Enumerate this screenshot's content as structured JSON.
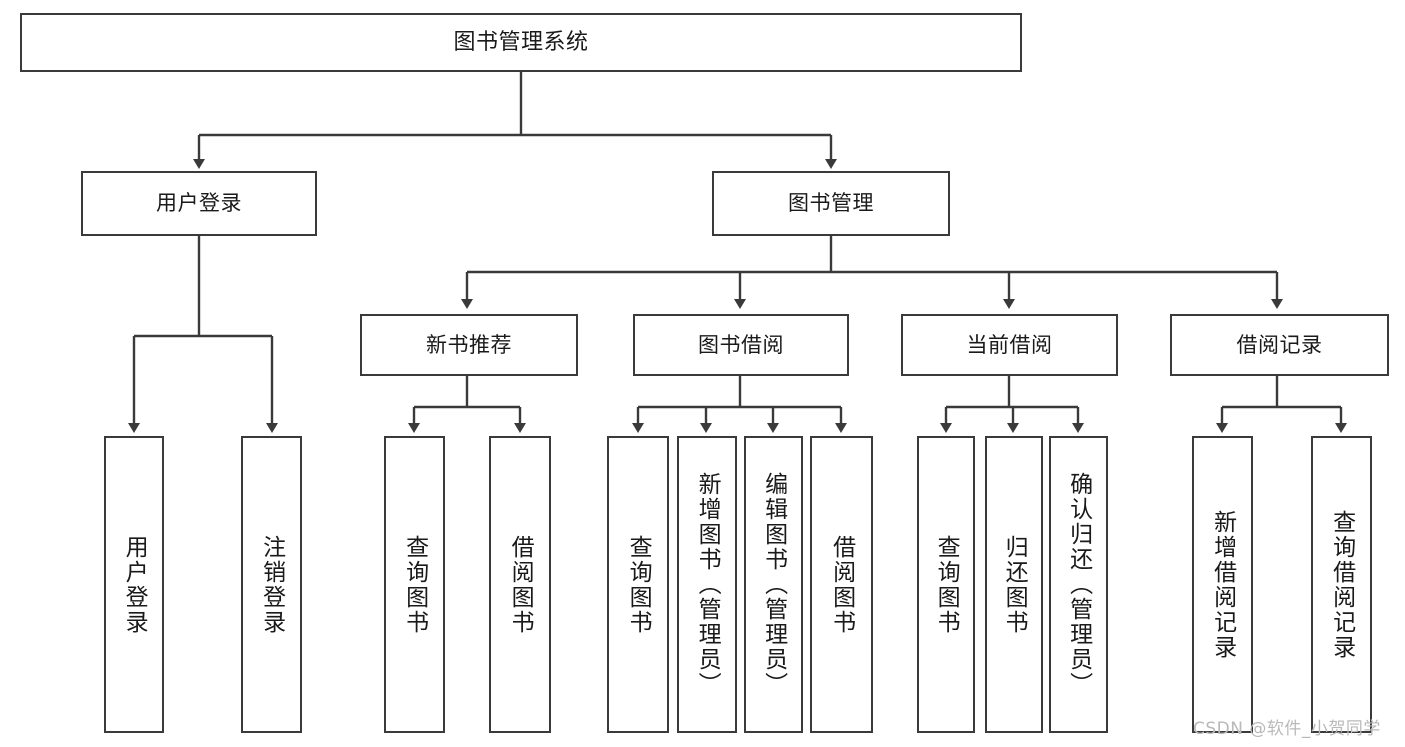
{
  "diagram": {
    "type": "tree",
    "title": "图书管理系统",
    "colors": {
      "stroke": "#3a3a3a",
      "fill": "#ffffff",
      "text": "#1a1a1a",
      "watermark": "#b9b9b9"
    },
    "root": {
      "label": "图书管理系统"
    },
    "level2": [
      {
        "label": "用户登录"
      },
      {
        "label": "图书管理"
      }
    ],
    "level3": [
      {
        "label": "新书推荐"
      },
      {
        "label": "图书借阅"
      },
      {
        "label": "当前借阅"
      },
      {
        "label": "借阅记录"
      }
    ],
    "leaves": {
      "user_login": [
        {
          "label": "用户登录"
        },
        {
          "label": "注销登录"
        }
      ],
      "new_book": [
        {
          "label": "查询图书"
        },
        {
          "label": "借阅图书"
        }
      ],
      "book_borrow": [
        {
          "label": "查询图书"
        },
        {
          "label": "新增图书（管理员）"
        },
        {
          "label": "编辑图书（管理员）"
        },
        {
          "label": "借阅图书"
        }
      ],
      "current_borrow": [
        {
          "label": "查询图书"
        },
        {
          "label": "归还图书"
        },
        {
          "label": "确认归还（管理员）"
        }
      ],
      "borrow_record": [
        {
          "label": "新增借阅记录"
        },
        {
          "label": "查询借阅记录"
        }
      ]
    }
  },
  "watermark": {
    "text": "CSDN @软件_小贺同学"
  }
}
